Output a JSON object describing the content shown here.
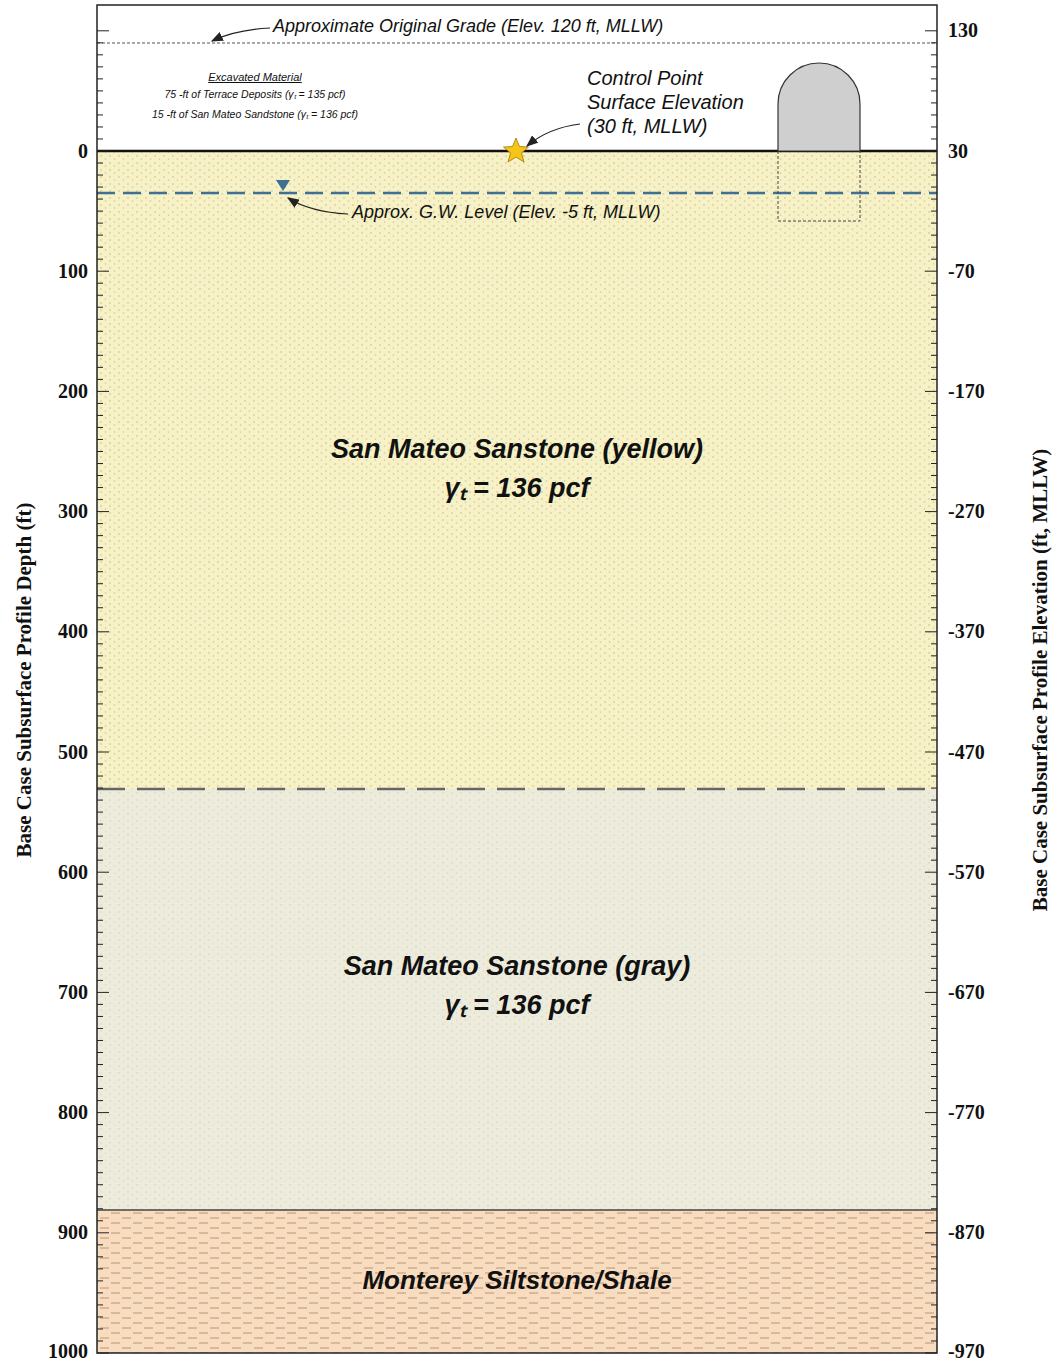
{
  "diagram": {
    "nodes": [
      {
        "text": [
          "San Mateo Sanstone (yellow)",
          "γₜ = 136 pcf"
        ]
      },
      {
        "text": [
          "San Mateo Sanstone (gray)",
          "γₜ = 136 pcf"
        ]
      },
      {
        "text": [
          "Monterey Siltstone/Shale"
        ]
      }
    ],
    "labels": [
      "Approximate Original Grade (Elev. 120 ft, MLLW)",
      "Excavated Material",
      "75 -ft of Terrace Deposits (γₜ = 135 pcf)",
      "15 -ft of San Mateo Sandstone (γₜ = 136 pcf)",
      "Control Point Surface Elevation (30 ft, MLLW)",
      "Approx. G.W. Level (Elev. -5 ft, MLLW)",
      "Base Case Subsurface Profile Depth (ft)",
      "Base Case Subsurface Profile Elevation (ft, MLLW)",
      "0",
      "100",
      "200",
      "300",
      "400",
      "500",
      "600",
      "700",
      "800",
      "900",
      "1000",
      "130",
      "30",
      "-70",
      "-170",
      "-270",
      "-370",
      "-470",
      "-570",
      "-670",
      "-770",
      "-870",
      "-970"
    ]
  }
}
